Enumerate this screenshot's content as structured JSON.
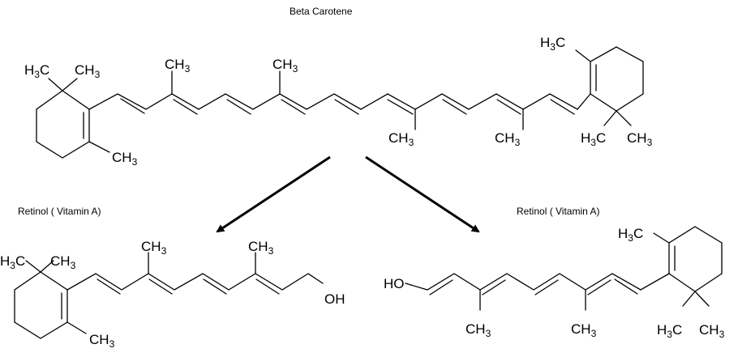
{
  "title": "Beta Carotene",
  "left_caption": "Retinol ( Vitamin A)",
  "right_caption": "Retinol ( Vitamin A)",
  "group_labels": {
    "ch3": "CH",
    "h3c_h": "H",
    "h3c_c": "C",
    "sub3": "3",
    "oh": "OH",
    "ho": "HO"
  }
}
